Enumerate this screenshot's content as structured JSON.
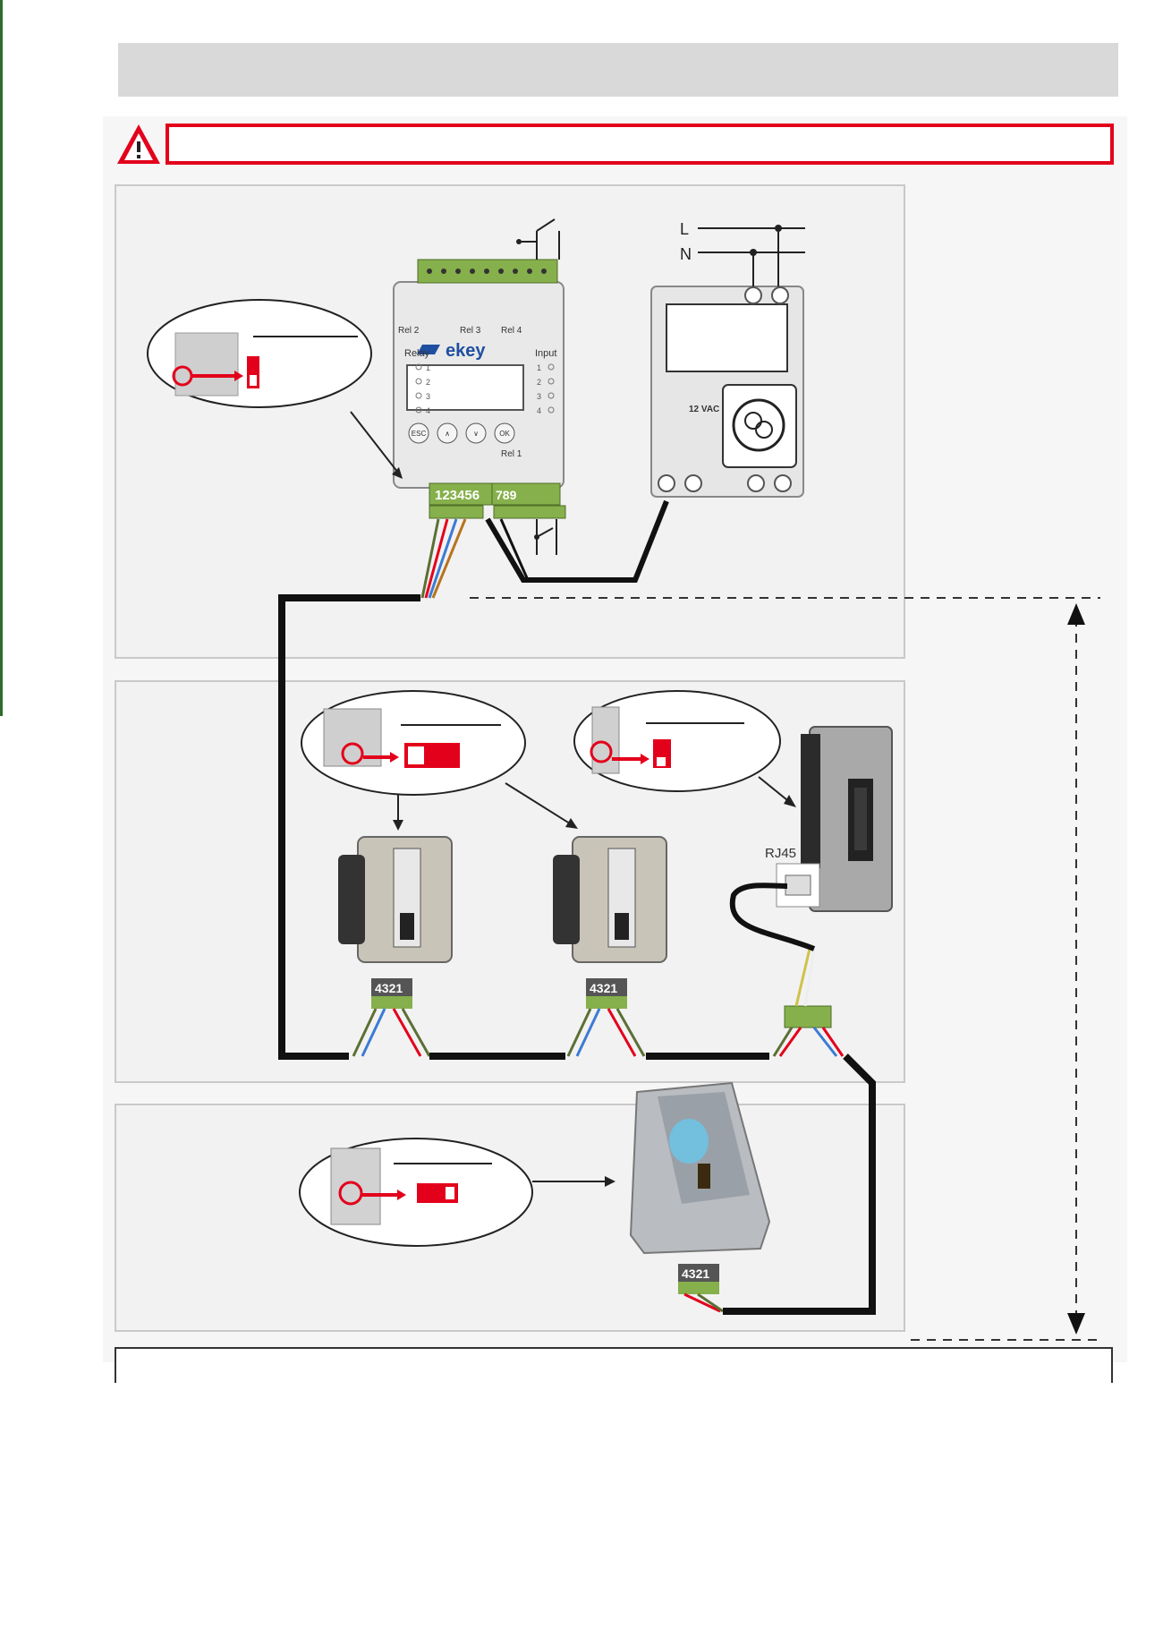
{
  "brand": "ekey",
  "controller": {
    "relay_label": "Relay",
    "input_label": "Input",
    "relay_numbers": [
      "1",
      "2",
      "3",
      "4"
    ],
    "input_numbers": [
      "1",
      "2",
      "3",
      "4"
    ],
    "rel_labels": [
      "Rel 2",
      "Rel 3",
      "Rel 4"
    ],
    "rel1_label": "Rel 1",
    "buttons": [
      "ESC",
      "∧",
      "∨",
      "OK"
    ],
    "bus_terminal": "123456",
    "relay_terminal": "789"
  },
  "power": {
    "line_label": "L",
    "neutral_label": "N",
    "voltage_label": "12 VAC"
  },
  "readers": {
    "pinout": "4321",
    "rj45_label": "RJ45"
  },
  "colors": {
    "warning_red": "#e3001b",
    "terminal_green": "#86b04b",
    "cable": "#111111"
  }
}
